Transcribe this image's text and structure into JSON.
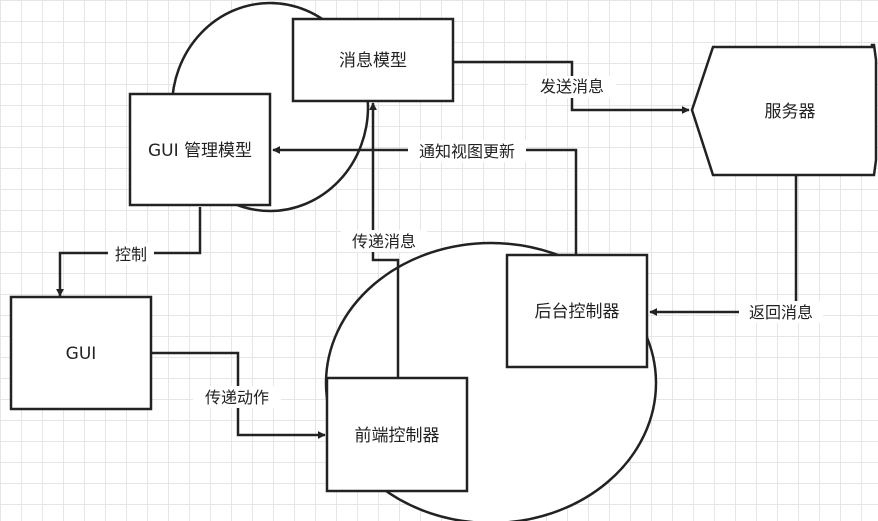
{
  "nodes": {
    "message_model": "消息模型",
    "gui_manage_model": "GUI 管理模型",
    "server": "服务器",
    "gui": "GUI",
    "backend_controller": "后台控制器",
    "frontend_controller": "前端控制器"
  },
  "edges": {
    "send_message": "发送消息",
    "notify_view_update": "通知视图更新",
    "control": "控制",
    "pass_message": "传递消息",
    "return_message": "返回消息",
    "pass_action": "传递动作"
  },
  "colors": {
    "line": "#222222",
    "fill": "#ffffff",
    "grid": "#e6e6e6"
  }
}
